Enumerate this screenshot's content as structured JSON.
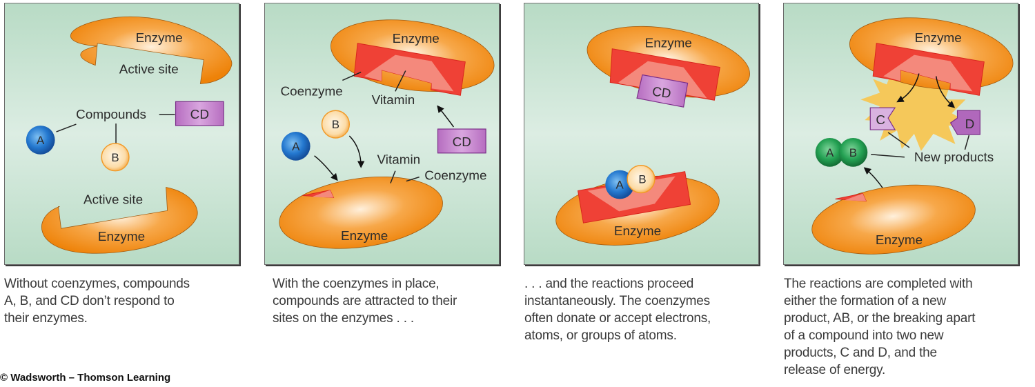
{
  "colors": {
    "panel_bg_top": "#b9dcc6",
    "panel_bg_mid": "#d9ece1",
    "enzyme_orange": "#f28a10",
    "enzyme_highlight": "#ffe8c8",
    "coenzyme_red": "#ef4136",
    "vitamin_pink": "#f4897c",
    "compound_purple": "#a865b0",
    "compound_a_blue": "#1f6fc4",
    "compound_b_orange": "#f7b45a",
    "product_green": "#1f9a4c",
    "energy_yellow": "#f5c85a"
  },
  "panels": [
    {
      "labels": {
        "enzyme_top": "Enzyme",
        "active_site_top": "Active site",
        "compounds": "Compounds",
        "cd": "CD",
        "a": "A",
        "b": "B",
        "active_site_bottom": "Active site",
        "enzyme_bottom": "Enzyme"
      },
      "caption": [
        "Without coenzymes, compounds",
        "A, B, and CD don’t respond to",
        "their enzymes."
      ]
    },
    {
      "labels": {
        "enzyme_top": "Enzyme",
        "coenzyme_top": "Coenzyme",
        "vitamin_top": "Vitamin",
        "b": "B",
        "a": "A",
        "cd": "CD",
        "vitamin_bottom": "Vitamin",
        "coenzyme_bottom": "Coenzyme",
        "enzyme_bottom": "Enzyme"
      },
      "caption": [
        "With the coenzymes in place,",
        "compounds are attracted to their",
        "sites on the enzymes . . ."
      ]
    },
    {
      "labels": {
        "enzyme_top": "Enzyme",
        "cd": "CD",
        "a": "A",
        "b": "B",
        "enzyme_bottom": "Enzyme"
      },
      "caption": [
        ". . . and the reactions proceed",
        "instantaneously. The coenzymes",
        "often donate or accept electrons,",
        "atoms, or groups of atoms."
      ]
    },
    {
      "labels": {
        "enzyme_top": "Enzyme",
        "c": "C",
        "d": "D",
        "a": "A",
        "b": "B",
        "new_products": "New products",
        "enzyme_bottom": "Enzyme"
      },
      "caption": [
        "The reactions are completed with",
        "either the formation of a new",
        "product, AB, or the breaking apart",
        "of a compound into two new",
        "products, C and D, and the",
        "release of energy."
      ]
    }
  ],
  "credit": "© Wadsworth – Thomson Learning"
}
